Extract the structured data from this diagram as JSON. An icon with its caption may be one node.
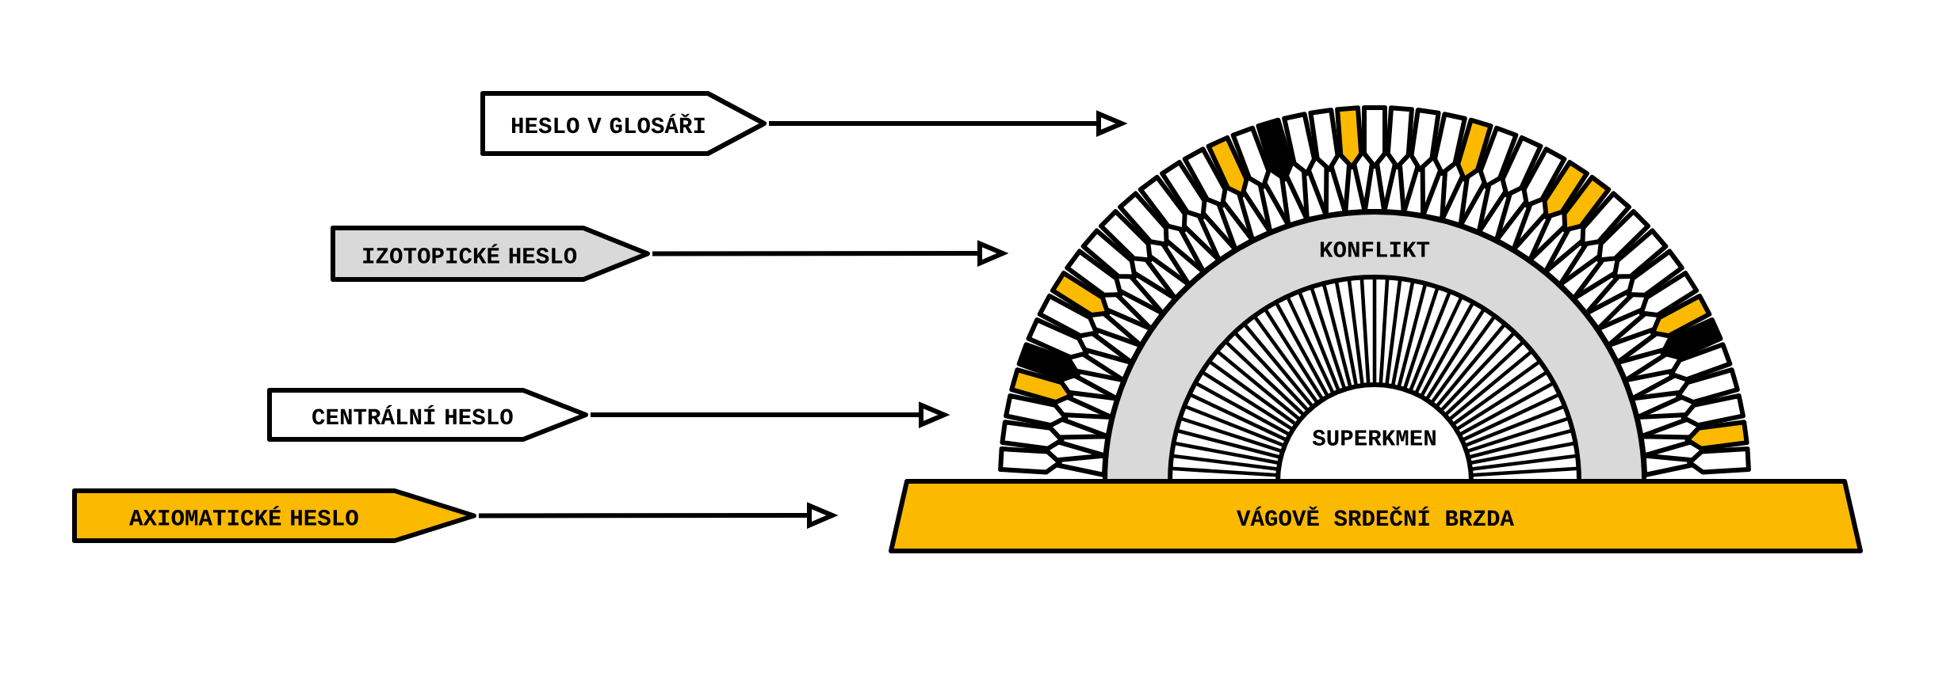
{
  "diagram": {
    "nodes": [
      {
        "text": [
          "HESLO V GLOSÁŘI"
        ]
      },
      {
        "text": [
          "IZOTOPICKÉ HESLO"
        ]
      },
      {
        "text": [
          "CENTRÁLNÍ HESLO"
        ]
      },
      {
        "text": [
          "AXIOMATICKÉ HESLO"
        ]
      },
      {
        "text": [
          "VÁGOVĚ SRDEČNÍ BRZDA"
        ]
      },
      {
        "text": [
          "KONFLIKT"
        ]
      },
      {
        "text": [
          "SUPERKMEN"
        ]
      }
    ],
    "edges": [
      {
        "from": 0,
        "to": null,
        "arrow": "to"
      },
      {
        "from": 1,
        "to": null,
        "arrow": "to"
      },
      {
        "from": 2,
        "to": null,
        "arrow": "to"
      },
      {
        "from": 3,
        "to": null,
        "arrow": "to"
      }
    ]
  }
}
